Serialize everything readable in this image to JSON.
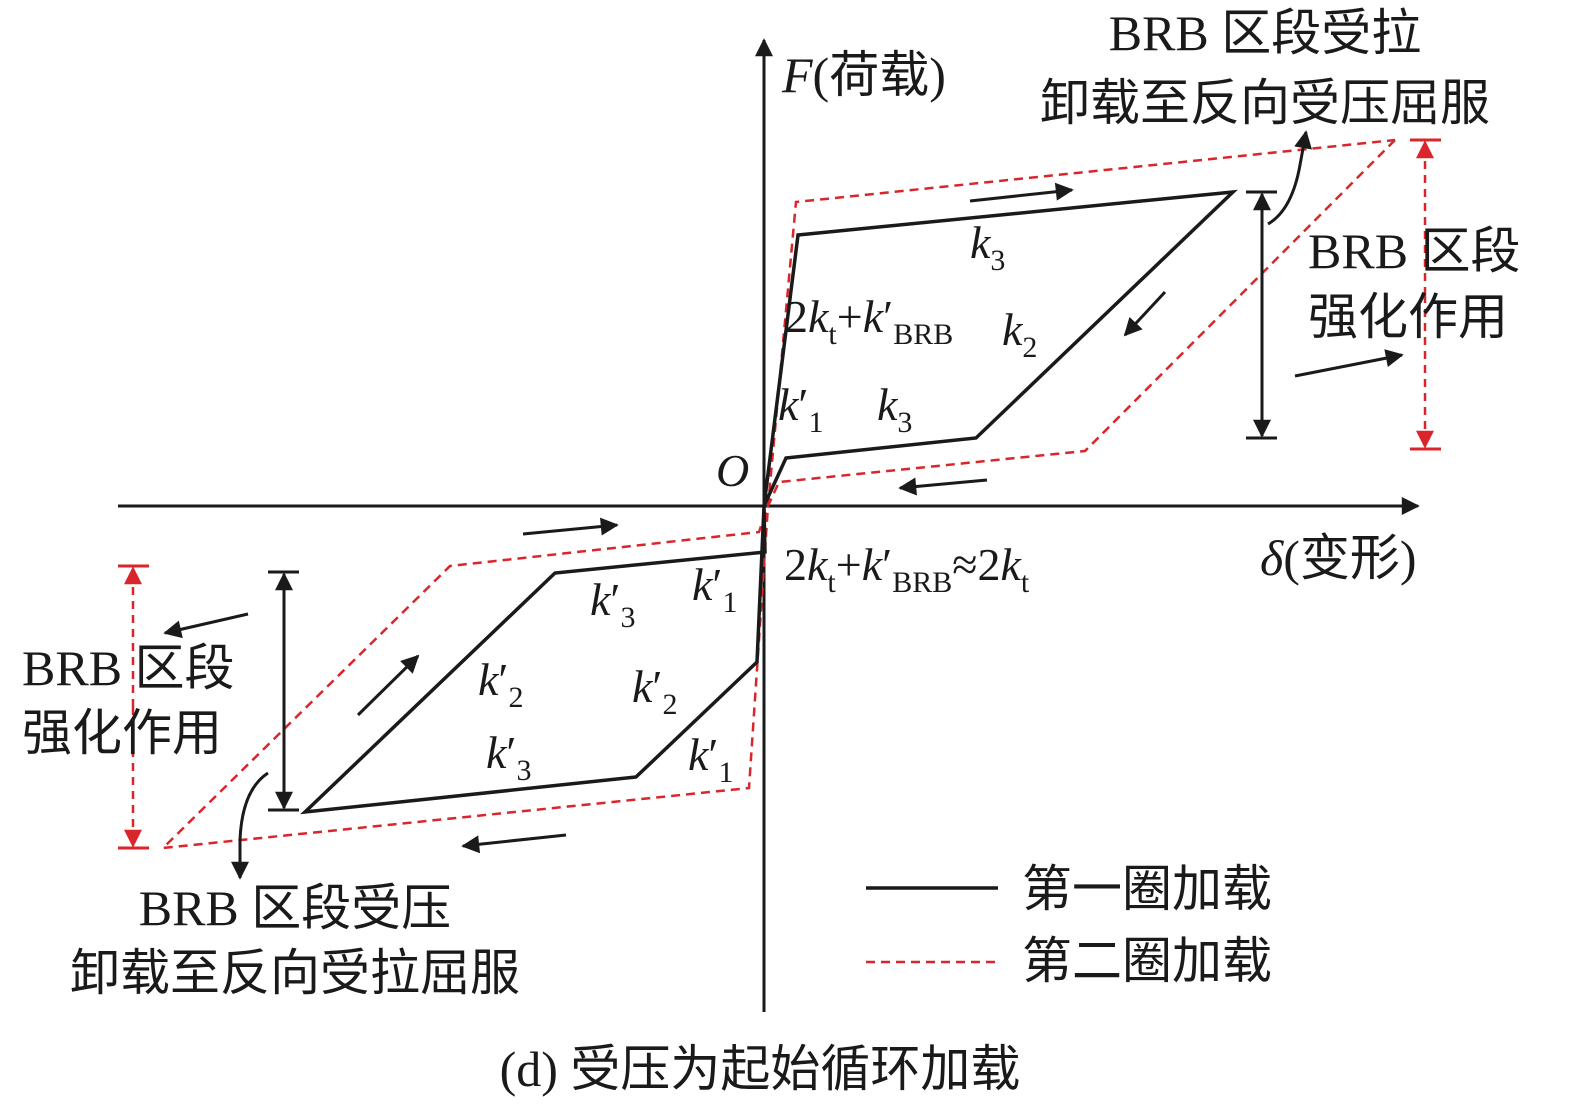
{
  "axes": {
    "y_label_var": "F",
    "y_label_text": "(荷载)",
    "x_label_var": "δ",
    "x_label_text": "(变形)",
    "origin": "O"
  },
  "annotations": {
    "top_right_line1": "BRB 区段受拉",
    "top_right_line2": "卸载至反向受压屈服",
    "right_line1": "BRB 区段",
    "right_line2": "强化作用",
    "left_line1": "BRB 区段",
    "left_line2": "强化作用",
    "bottom_left_line1": "BRB 区段受压",
    "bottom_left_line2": "卸载至反向受拉屈服"
  },
  "stiffness": {
    "k": "k",
    "prime": "′",
    "s1": "1",
    "s2": "2",
    "s3": "3",
    "two": "2",
    "plus": "+",
    "approx": "≈",
    "t": "t",
    "brb": "BRB"
  },
  "legend": {
    "first": "第一圈加载",
    "second": "第二圈加载"
  },
  "caption": "(d) 受压为起始循环加载",
  "colors": {
    "first_cycle": "#1a1a1a",
    "second_cycle": "#d9262b"
  }
}
